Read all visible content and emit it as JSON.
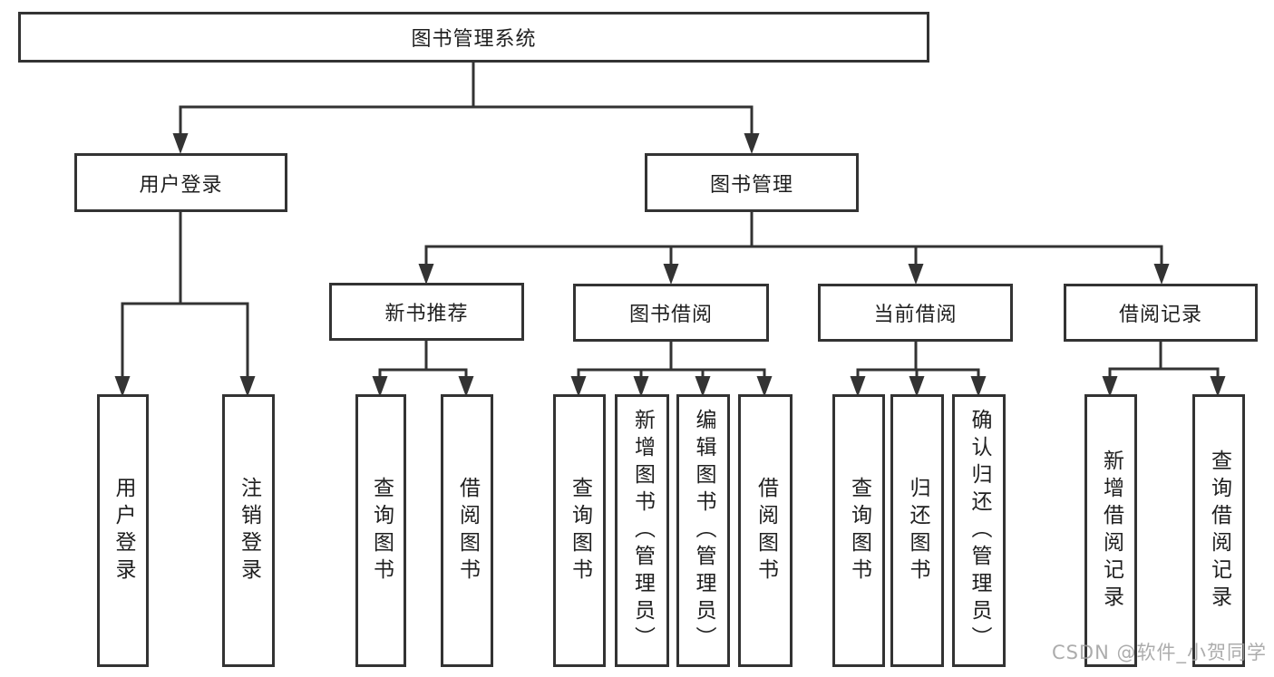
{
  "title": {
    "label": "图书管理系统"
  },
  "level2": [
    {
      "label": "用户登录"
    },
    {
      "label": "图书管理"
    }
  ],
  "level3": [
    {
      "label": "新书推荐"
    },
    {
      "label": "图书借阅"
    },
    {
      "label": "当前借阅"
    },
    {
      "label": "借阅记录"
    }
  ],
  "leaves": [
    {
      "label": "用户登录"
    },
    {
      "label": "注销登录"
    },
    {
      "label": "查询图书"
    },
    {
      "label": "借阅图书"
    },
    {
      "label": "查询图书"
    },
    {
      "label": "新增图书（管理员）"
    },
    {
      "label": "编辑图书（管理员）"
    },
    {
      "label": "借阅图书"
    },
    {
      "label": "查询图书"
    },
    {
      "label": "归还图书"
    },
    {
      "label": "确认归还（管理员）"
    },
    {
      "label": "新增借阅记录"
    },
    {
      "label": "查询借阅记录"
    }
  ],
  "watermark": {
    "label": "CSDN @软件_小贺同学"
  },
  "colors": {
    "line": "#333333",
    "border": "#333333",
    "text": "#1f1f1f",
    "watermark": "#9e9e9e",
    "background": "#ffffff"
  }
}
